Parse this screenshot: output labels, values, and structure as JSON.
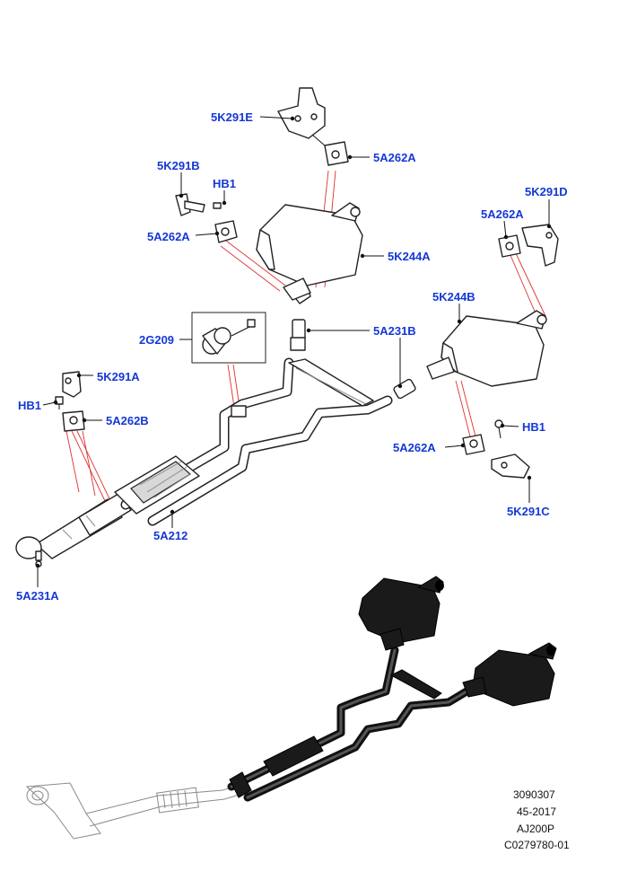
{
  "callouts": {
    "c_5k291e": "5K291E",
    "c_5a262a_top": "5A262A",
    "c_5k291b": "5K291B",
    "c_hb1_top": "HB1",
    "c_5a262a_left": "5A262A",
    "c_5k244a": "5K244A",
    "c_5k291d": "5K291D",
    "c_5a262a_right": "5A262A",
    "c_5k244b": "5K244B",
    "c_2g209": "2G209",
    "c_5a231b": "5A231B",
    "c_5k291a": "5K291A",
    "c_hb1_left": "HB1",
    "c_5a262b": "5A262B",
    "c_hb1_right": "HB1",
    "c_5a262a_bottom": "5A262A",
    "c_5k291c": "5K291C",
    "c_5a212": "5A212",
    "c_5a231a": "5A231A"
  },
  "reference": {
    "line1": "3090307",
    "line2": "45-2017",
    "line3": "AJ200P",
    "line4": "C0279780-01"
  },
  "colors": {
    "callout": "#1538d6",
    "guide_lines": "#e03030",
    "ink": "#222222"
  }
}
